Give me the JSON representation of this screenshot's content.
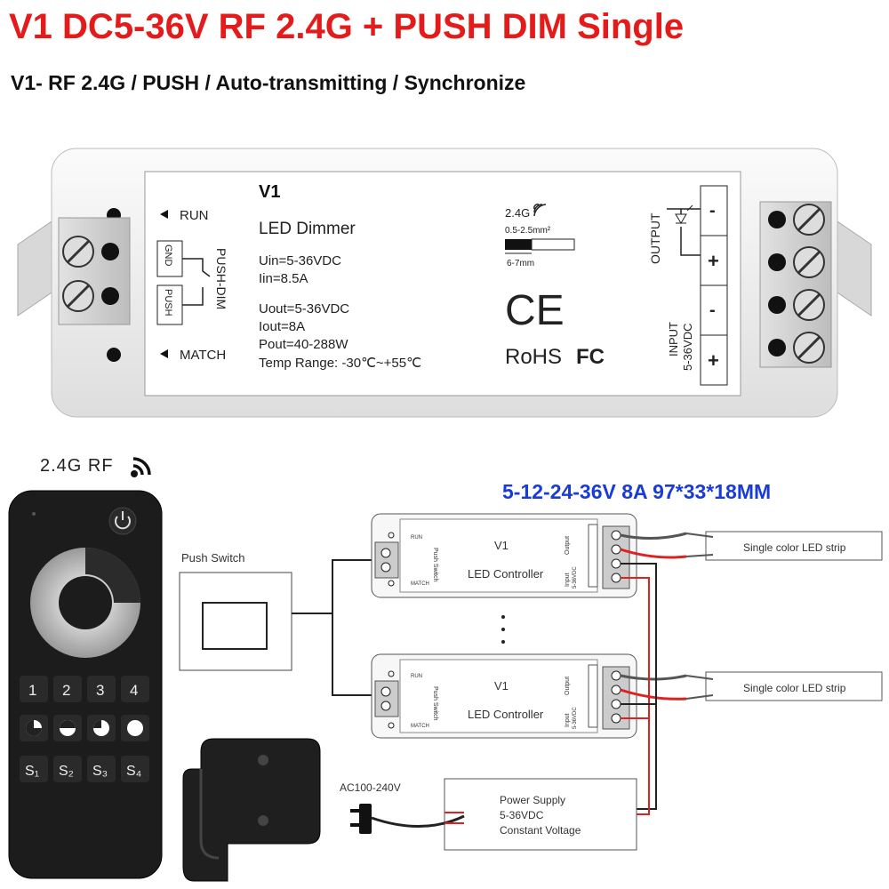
{
  "header": {
    "title": "V1 DC5-36V RF 2.4G + PUSH DIM Single",
    "subtitle": "V1- RF 2.4G / PUSH / Auto-transmitting / Synchronize"
  },
  "device": {
    "model": "V1",
    "name": "LED Dimmer",
    "specs": [
      "Uin=5-36VDC",
      "Iin=8.5A",
      "Uout=5-36VDC",
      "Iout=8A",
      "Pout=40-288W",
      "Temp Range: -30℃~+55℃"
    ],
    "run_label": "RUN",
    "match_label": "MATCH",
    "gnd_label": "GND",
    "push_label": "PUSH",
    "push_dim_label": "PUSH-DIM",
    "rf_label": "2.4G",
    "wire_label": "0.5-2.5mm²",
    "strip_label": "6-7mm",
    "ce_label": "CE",
    "rohs_label": "RoHS",
    "fc_label": "FC",
    "output_label": "OUTPUT",
    "input_label": "INPUT",
    "input_voltage": "5-36VDC",
    "minus": "-",
    "plus": "+"
  },
  "remote": {
    "rf_label": "2.4G RF",
    "row1": [
      "1",
      "2",
      "3",
      "4"
    ],
    "row3": [
      "S₁",
      "S₂",
      "S₃",
      "S₄"
    ]
  },
  "diagram": {
    "spec": "5-12-24-36V 8A 97*33*18MM",
    "push_switch_label": "Push Switch",
    "controller_model": "V1",
    "controller_name": "LED Controller",
    "run": "RUN",
    "match": "MATCH",
    "push_switch": "Push Switch",
    "output": "Output",
    "input": "Input",
    "input_v": "5-36VDC",
    "strip_label": "Single color LED strip",
    "ac_label": "AC100-240V",
    "psu_lines": [
      "Power Supply",
      "5-36VDC",
      "Constant Voltage"
    ]
  },
  "colors": {
    "title": "#e41b1b",
    "spec": "#1a3cd6",
    "remote_body": "#1c1c1c",
    "housing": "#f4f4f4"
  }
}
